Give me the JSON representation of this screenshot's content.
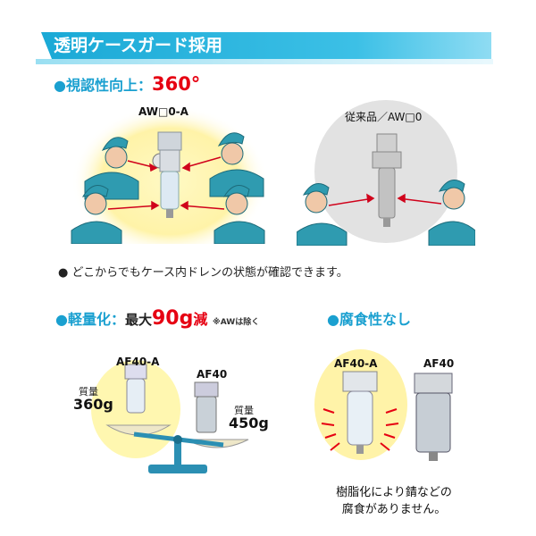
{
  "header": {
    "title": "透明ケースガード採用"
  },
  "visibility": {
    "title_prefix": "●視認性向上：",
    "title_value": "360°",
    "left_model": "AW□0-A",
    "right_model": "従来品／AW□0",
    "note": "● どこからでもケース内ドレンの状態が確認できます。"
  },
  "weight": {
    "title_prefix": "●軽量化：",
    "title_mid": "最大",
    "title_value": "90g",
    "title_suffix": "減",
    "title_note": "※AWは除く",
    "model_a": "AF40-A",
    "model_b": "AF40",
    "mass_label": "質量",
    "mass_a": "360g",
    "mass_b": "450g"
  },
  "corrosion": {
    "title": "●腐食性なし",
    "model_a": "AF40-A",
    "model_b": "AF40",
    "note_line1": "樹脂化により錆などの",
    "note_line2": "腐食がありません。"
  },
  "colors": {
    "accent": "#1aa9d6",
    "red": "#e60012",
    "worker": "#2f9bb0"
  }
}
